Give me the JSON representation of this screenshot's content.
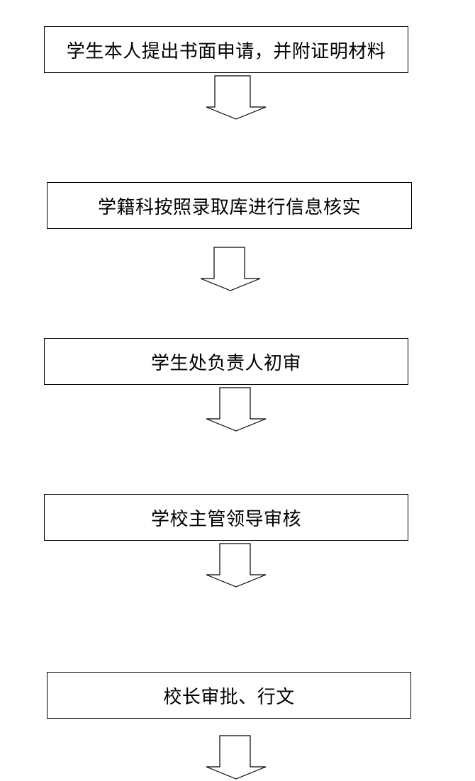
{
  "flowchart": {
    "steps": [
      {
        "label": "学生本人提出书面申请，并附证明材料"
      },
      {
        "label": "学籍科按照录取库进行信息核实"
      },
      {
        "label": "学生处负责人初审"
      },
      {
        "label": "学校主管领导审核"
      },
      {
        "label": "校长审批、行文"
      }
    ]
  }
}
